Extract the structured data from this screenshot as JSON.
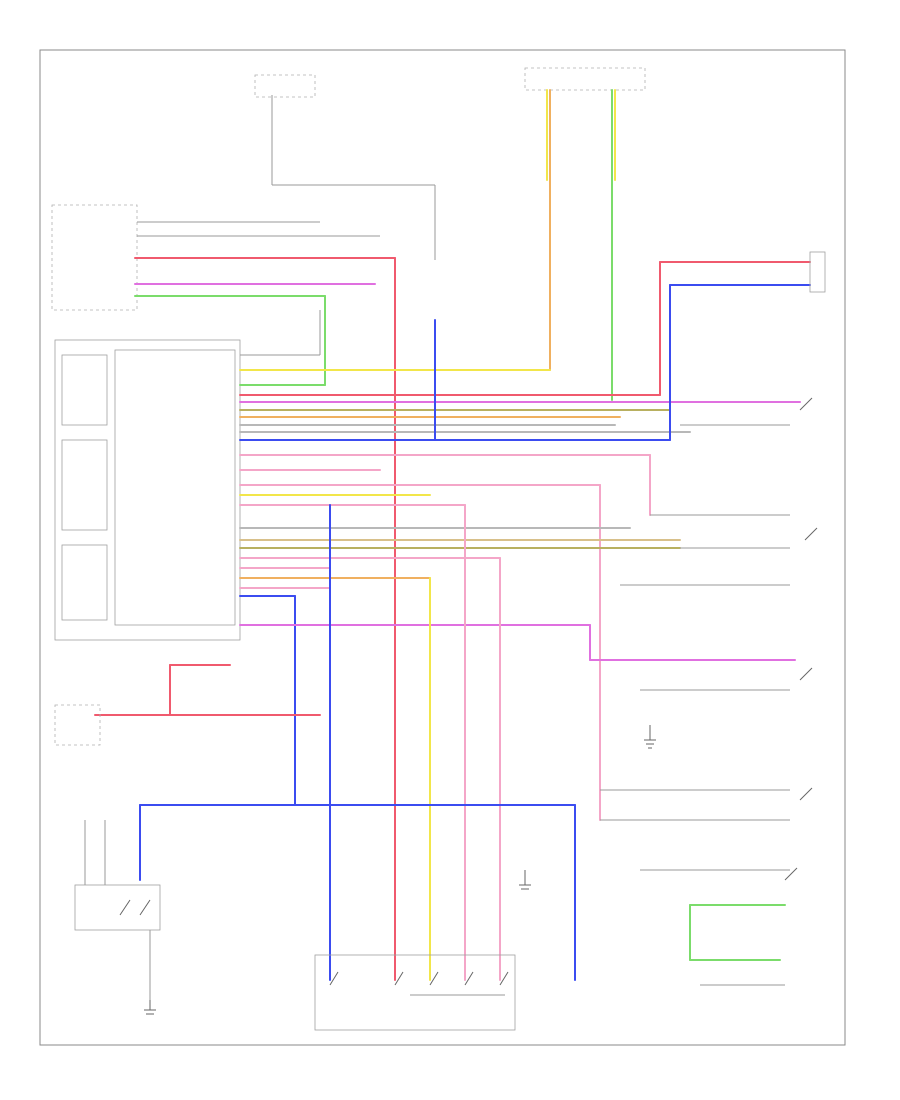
{
  "footer": {
    "code": ""
  },
  "colors": {
    "frame": "#8a8a8a",
    "red": "#f05a6e",
    "pink": "#f4a6c8",
    "magenta": "#e070e0",
    "blue": "#3b4cf0",
    "green": "#7bdc6b",
    "yellow": "#f2e64a",
    "orange": "#f0b060",
    "tan": "#d8c08a",
    "gray": "#b8b8b8",
    "olive": "#b8b060"
  },
  "icons": [
    "ground-symbol",
    "switch-symbol",
    "connector-symbol",
    "fuse-symbol"
  ]
}
